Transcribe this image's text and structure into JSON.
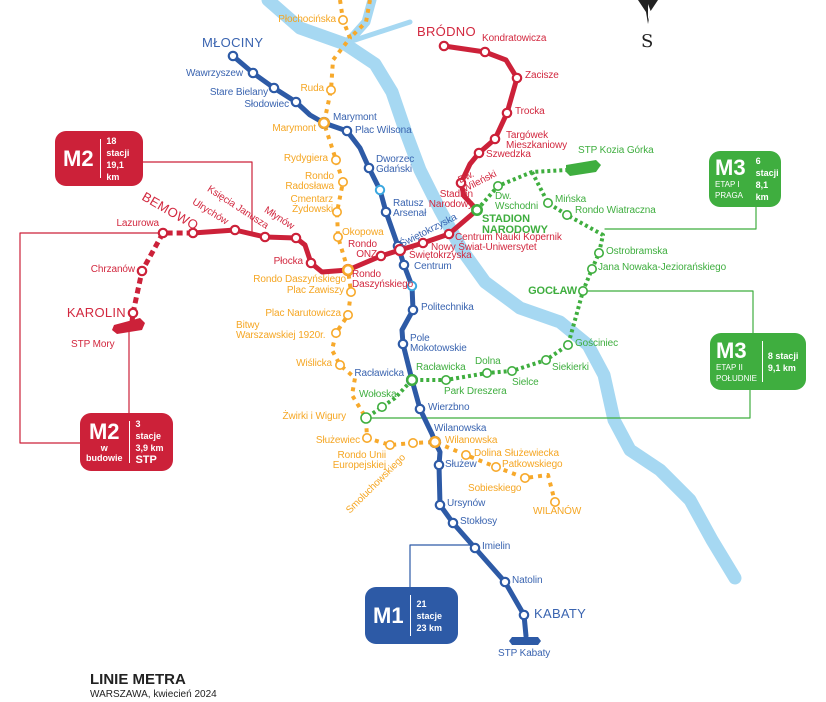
{
  "title": "LINIE METRA",
  "subtitle": "WARSZAWA, kwiecień 2024",
  "compass": {
    "label": "S",
    "icon": "compass-needle-icon"
  },
  "colors": {
    "m1": "#2d5aa6",
    "m2": "#cc2139",
    "m3": "#3fae3f",
    "planned": "#f7a92b",
    "river": "#a6d8f2"
  },
  "m1": {
    "stations": [
      "MŁOCINY",
      "Wawrzyszew",
      "Stare Bielany",
      "Słodowiec",
      "Marymont",
      "Plac Wilsona",
      "Dworzec\nGdański",
      "Ratusz\nArsenał",
      "Świętokrzyska",
      "Centrum",
      "Politechnika",
      "Pole\nMokotowskie",
      "Racławicka",
      "Wierzbno",
      "Wilanowska",
      "Służew",
      "Ursynów",
      "Stokłosy",
      "Imielin",
      "Natolin",
      "KABATY"
    ],
    "depot": "STP Kabaty",
    "box": {
      "name": "M1",
      "info": "21 stacje\n23 km"
    }
  },
  "m2": {
    "stations": [
      "KAROLIN",
      "Chrzanów",
      "Lazurowa",
      "BEMOWO",
      "Ulrychów",
      "Księcia Janusza",
      "Młynów",
      "Płocka",
      "Rondo\nDaszyńskiego",
      "Rondo\nONZ",
      "Świętokrzyska",
      "Nowy Świat-Uniwersytet",
      "Centrum Nauki Kopernik",
      "Stadion\nNarodowy",
      "Dw.\nWileński",
      "Szwedzka",
      "Targówek\nMieszkaniowy",
      "Trocka",
      "Zacisze",
      "Kondratowicza",
      "BRÓDNO"
    ],
    "depot": "STP Mory",
    "box": {
      "name": "M2",
      "info": "18 stacji\n19,1 km"
    },
    "box_construction": {
      "name": "M2",
      "sub": "w\nbudowie",
      "info": "3 stacje\n3,9 km",
      "info2": "STP"
    }
  },
  "m3": {
    "stations": [
      "STADION\nNARODOWY",
      "Dw.\nWschodni",
      "Mińska",
      "Rondo Wiatraczna",
      "Ostrobramska",
      "Jana Nowaka-Jeziorańskiego",
      "GOCŁAW",
      "Gościniec",
      "Siekierki",
      "Sielce",
      "Dolna",
      "Park Dreszera",
      "Racławicka",
      "Wołoska"
    ],
    "depot": "STP Kozia Górka",
    "box_stage1": {
      "name": "M3",
      "sub": "ETAP I\nPRAGA",
      "info": "6 stacji\n8,1 km"
    },
    "box_stage2": {
      "name": "M3",
      "sub": "ETAP II\nPOŁUDNIE",
      "info": "8 stacji\n9,1 km"
    }
  },
  "planned": {
    "stations": [
      "Płochocińska",
      "Ruda",
      "Marymont",
      "Rydygiera",
      "Rondo\nRadosława",
      "Cmentarz\nŻydowski",
      "Okopowa",
      "Rondo Daszyńskiego",
      "Plac Zawiszy",
      "Plac Narutowicza",
      "Bitwy\nWarszawskiej 1920r.",
      "Wiślicka",
      "Żwirki i Wigury",
      "Służewiec",
      "Rondo Unii\nEuropejskiej",
      "Smoluchowskiego",
      "Wilanowska",
      "Dolina Służewiecka",
      "Patkowskiego",
      "Sobieskiego",
      "WILANÓW"
    ]
  }
}
